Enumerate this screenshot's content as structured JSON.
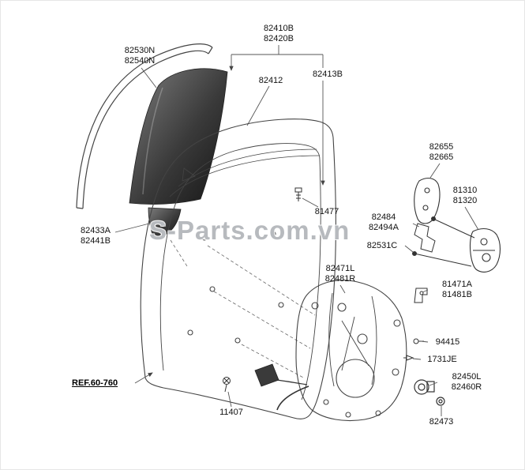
{
  "watermark": {
    "text": "S-Parts.com.vn"
  },
  "ref": {
    "label": "REF.60-760"
  },
  "labels": {
    "run_channel": {
      "line1": "82530N",
      "line2": "82540N"
    },
    "door_glass": {
      "line1": "82410B",
      "line2": "82420B"
    },
    "glass_grip": {
      "line1": "82412"
    },
    "glass_channel": {
      "line1": "82413B"
    },
    "handle_base": {
      "line1": "82655",
      "line2": "82665"
    },
    "door_latch": {
      "line1": "81310",
      "line2": "81320"
    },
    "screw_81477": {
      "line1": "81477"
    },
    "handle_bracket": {
      "line1": "82484",
      "line2": "82494A"
    },
    "connecting_rod": {
      "line1": "82531C"
    },
    "quarter_glass": {
      "line1": "82433A",
      "line2": "82441B"
    },
    "door_module": {
      "line1": "82471L",
      "line2": "82481R"
    },
    "inside_handle": {
      "line1": "81471A",
      "line2": "81481B"
    },
    "clip_94415": {
      "line1": "94415"
    },
    "clip_1731je": {
      "line1": "1731JE"
    },
    "regulator_motor": {
      "line1": "82450L",
      "line2": "82460R"
    },
    "grommet": {
      "line1": "82473"
    },
    "bolt_11407": {
      "line1": "11407"
    }
  }
}
